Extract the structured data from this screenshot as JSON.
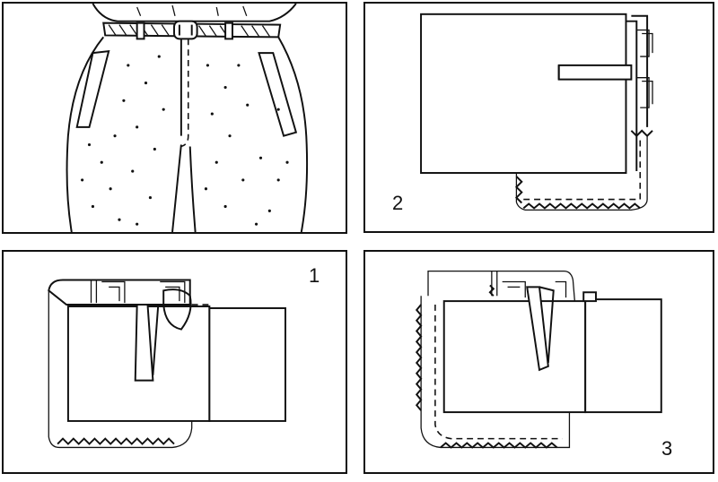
{
  "figure": {
    "labels": {
      "step1": "1",
      "step2": "2",
      "step3": "3"
    }
  }
}
